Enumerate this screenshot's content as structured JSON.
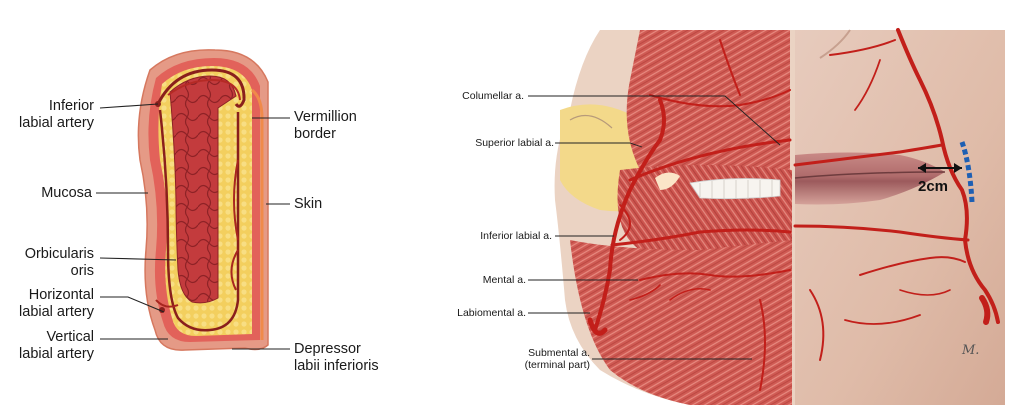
{
  "left_panel": {
    "labels": {
      "inferior_labial_artery": [
        "Inferior",
        "labial artery"
      ],
      "mucosa": "Mucosa",
      "orbicularis_oris": [
        "Orbicularis",
        "oris"
      ],
      "horizontal_labial_artery": [
        "Horizontal",
        "labial artery"
      ],
      "vertical_labial_artery": [
        "Vertical",
        "labial artery"
      ],
      "vermillion_border": [
        "Vermillion",
        "border"
      ],
      "skin": "Skin",
      "depressor_labii_inferioris": [
        "Depressor",
        "labii inferioris"
      ]
    }
  },
  "right_panel": {
    "labels": {
      "columellar": "Columellar a.",
      "superior_labial": "Superior labial a.",
      "inferior_labial": "Inferior labial a.",
      "mental": "Mental a.",
      "labiomental": "Labiomental a.",
      "submental": [
        "Submental a.",
        "(terminal part)"
      ]
    },
    "measurement": "2cm",
    "signature": "M."
  },
  "colors": {
    "artery": "#c8322a",
    "muscle": "#c9504a",
    "fat": "#f2c95a",
    "skin": "#e8a08a",
    "photo_skin": "#e3c1b0"
  }
}
